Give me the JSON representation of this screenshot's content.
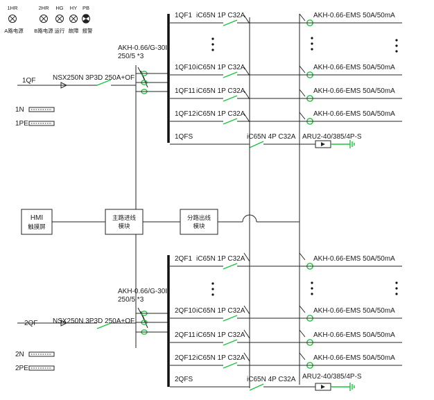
{
  "indicators": [
    {
      "code": "1HR",
      "label": "A路电源",
      "icon": "circle-x-icon"
    },
    {
      "code": "2HR",
      "label": "B路电源",
      "icon": "circle-x-icon"
    },
    {
      "code": "HG",
      "label": "运行",
      "icon": "circle-x-icon"
    },
    {
      "code": "HY",
      "label": "故障",
      "icon": "circle-x-icon"
    },
    {
      "code": "PB",
      "label": "报警",
      "icon": "buzzer-icon"
    }
  ],
  "boxes": {
    "hmi_line1": "HMI",
    "hmi_line2": "触摸屏",
    "main_in_line1": "主路进线",
    "main_in_line2": "模块",
    "branch_out_line1": "分路出线",
    "branch_out_line2": "模块"
  },
  "section1": {
    "main_breaker_id": "1QF",
    "main_breaker_model": "NSX250N 3P3D 250A+OF",
    "ct_model": "AKH-0.66/G-30I",
    "ct_ratio": "250/5 *3",
    "n_label": "1N",
    "pe_label": "1PE",
    "spd_breaker_id": "1QFS",
    "spd_breaker_model": "iC65N 4P C32A",
    "spd_model": "ARU2-40/385/4P-S",
    "branches": [
      {
        "id": "1QF1",
        "breaker": "iC65N 1P C32A",
        "meter": "AKH-0.66-EMS 50A/50mA"
      },
      {
        "id": "1QF10",
        "breaker": "iC65N 1P C32A",
        "meter": "AKH-0.66-EMS 50A/50mA"
      },
      {
        "id": "1QF11",
        "breaker": "iC65N 1P C32A",
        "meter": "AKH-0.66-EMS 50A/50mA"
      },
      {
        "id": "1QF12",
        "breaker": "iC65N 1P C32A",
        "meter": "AKH-0.66-EMS 50A/50mA"
      }
    ]
  },
  "section2": {
    "main_breaker_id": "2QF",
    "main_breaker_model": "NSX250N 3P3D 250A+OF",
    "ct_model": "AKH-0.66/G-30I",
    "ct_ratio": "250/5 *3",
    "n_label": "2N",
    "pe_label": "2PE",
    "spd_breaker_id": "2QFS",
    "spd_breaker_model": "iC65N 4P C32A",
    "spd_model": "ARU2-40/385/4P-S",
    "branches": [
      {
        "id": "2QF1",
        "breaker": "iC65N 1P C32A",
        "meter": "AKH-0.66-EMS 50A/50mA"
      },
      {
        "id": "2QF10",
        "breaker": "iC65N 1P C32A",
        "meter": "AKH-0.66-EMS 50A/50mA"
      },
      {
        "id": "2QF11",
        "breaker": "iC65N 1P C32A",
        "meter": "AKH-0.66-EMS 50A/50mA"
      },
      {
        "id": "2QF12",
        "breaker": "iC65N 1P C32A",
        "meter": "AKH-0.66-EMS 50A/50mA"
      }
    ]
  }
}
